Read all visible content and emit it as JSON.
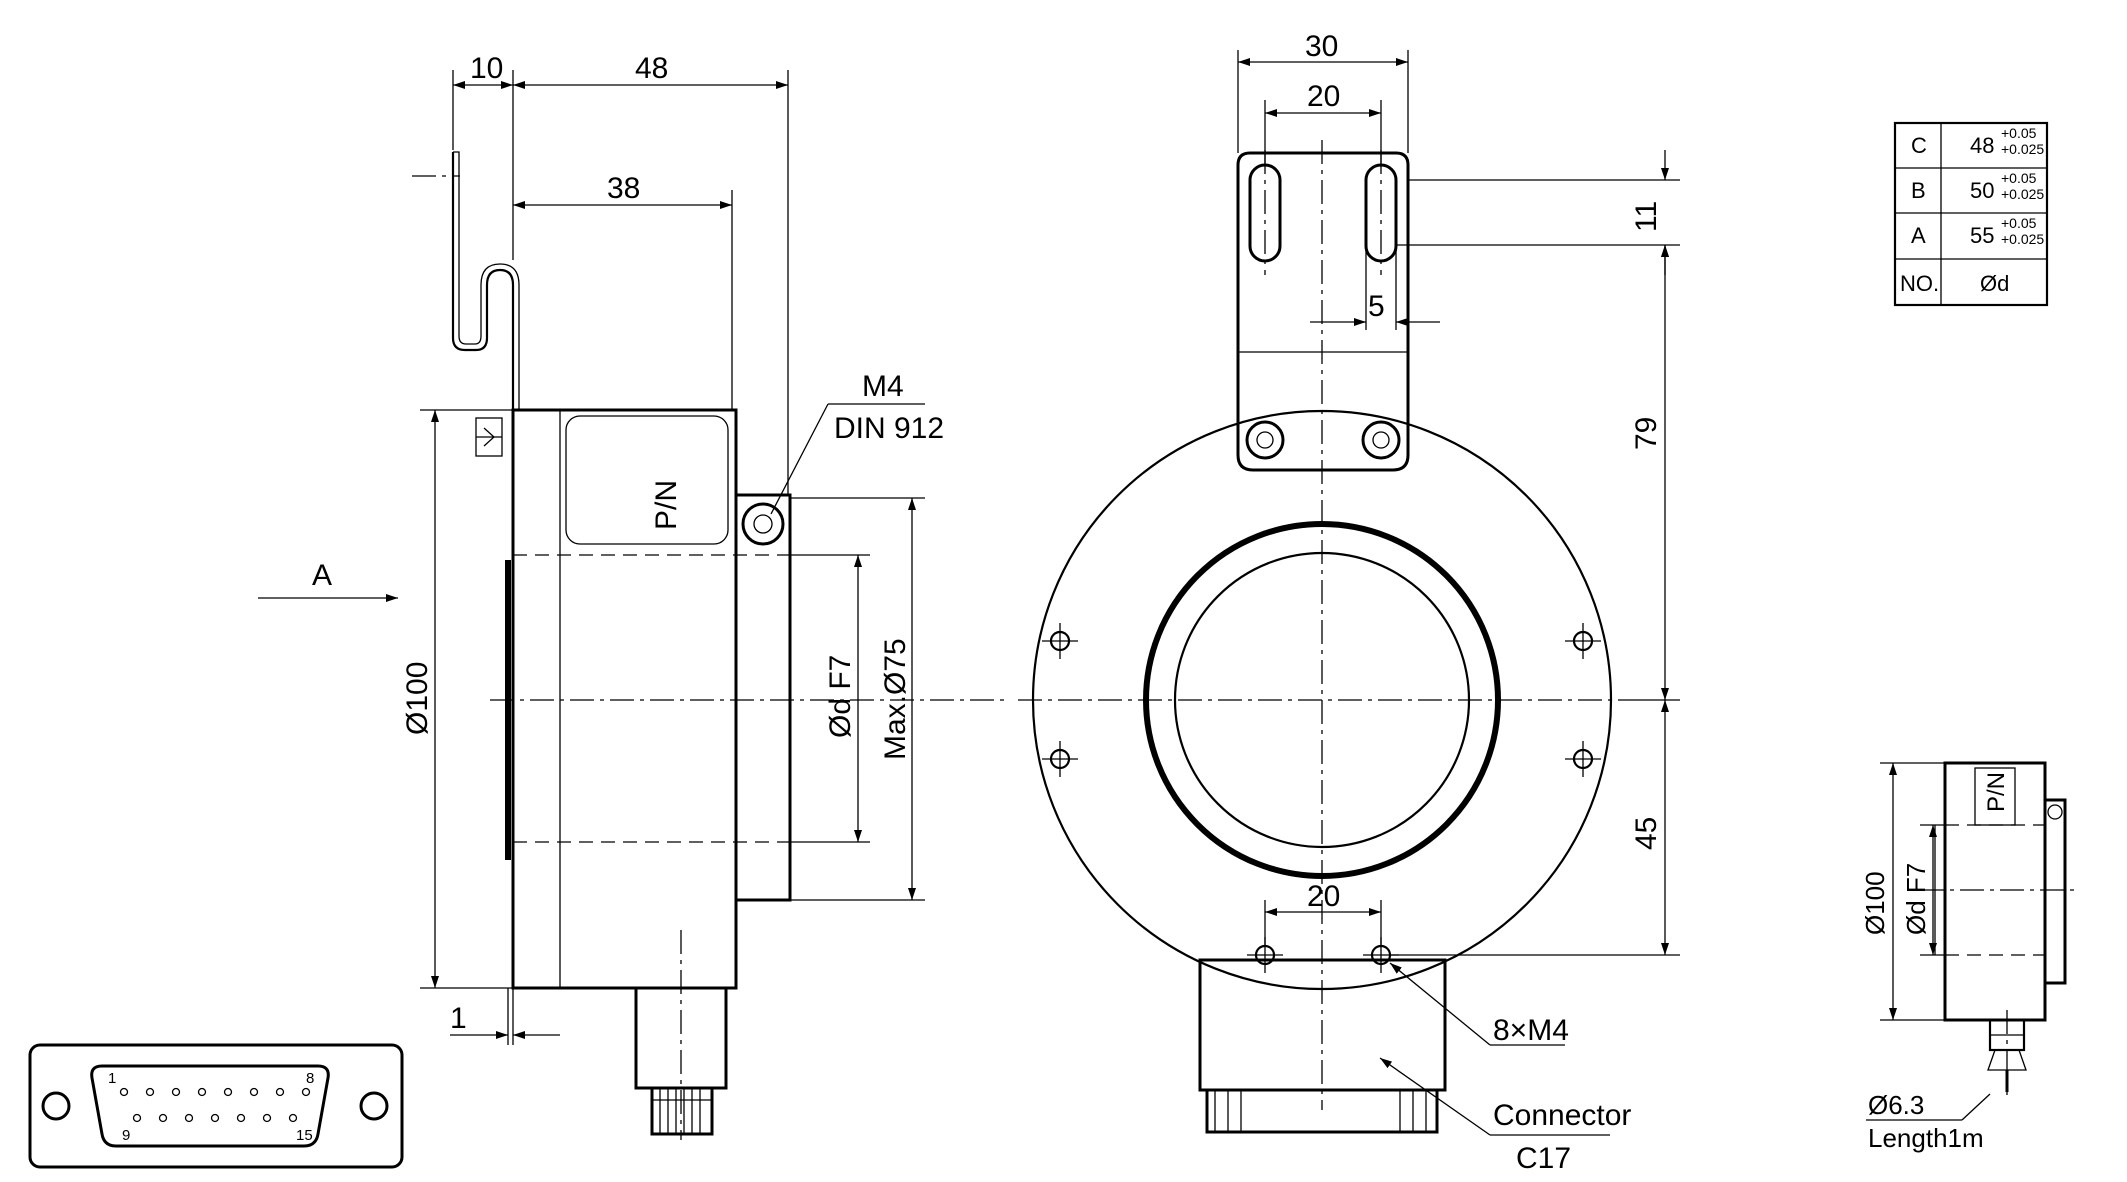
{
  "side_view": {
    "dim_flange_offset": "10",
    "dim_total_length": "48",
    "dim_body_length": "38",
    "dim_outer_diameter": "Ø100",
    "dim_bore": "Ød F7",
    "dim_max_bore": "Max.Ø75",
    "dim_plate_thickness": "1",
    "screw_size": "M4",
    "screw_standard": "DIN 912",
    "view_marker": "A",
    "label_pn": "P/N"
  },
  "front_view": {
    "dim_bracket_width": "30",
    "dim_slot_pitch": "20",
    "dim_slot_length": "11",
    "dim_slot_width": "5",
    "dim_upper_height": "79",
    "dim_lower_height": "45",
    "dim_bottom_pitch": "20",
    "holes_label": "8×M4",
    "connector_label": "Connector",
    "connector_type": "C17"
  },
  "connector_pins": {
    "first_top": "1",
    "last_top": "8",
    "first_bottom": "9",
    "last_bottom": "15"
  },
  "bore_table": {
    "header_no": "NO.",
    "header_diameter": "Ød",
    "rows": [
      {
        "no": "C",
        "value": "48",
        "tol_upper": "+0.05",
        "tol_lower": "+0.025"
      },
      {
        "no": "B",
        "value": "50",
        "tol_upper": "+0.05",
        "tol_lower": "+0.025"
      },
      {
        "no": "A",
        "value": "55",
        "tol_upper": "+0.05",
        "tol_lower": "+0.025"
      }
    ]
  },
  "cable_view": {
    "dim_outer_diameter": "Ø100",
    "dim_bore": "Ød F7",
    "label_pn": "P/N",
    "cable_diameter": "Ø6.3",
    "cable_length": "Length1m"
  }
}
